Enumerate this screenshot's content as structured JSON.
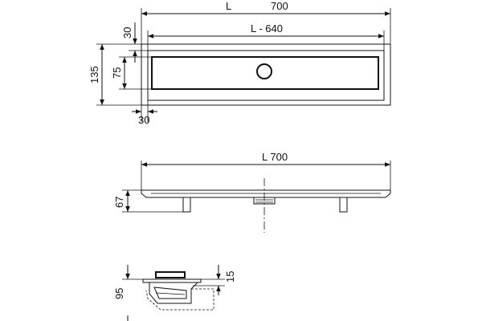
{
  "top_view": {
    "length_label": "L",
    "length_value": "700",
    "inner_length_label": "L - 640",
    "offset_top": "30",
    "height_outer": "135",
    "height_inner": "75",
    "offset_bottom": "30"
  },
  "side_view": {
    "length_label": "L 700",
    "height": "67"
  },
  "section_view": {
    "height": "95",
    "top_offset": "15"
  }
}
